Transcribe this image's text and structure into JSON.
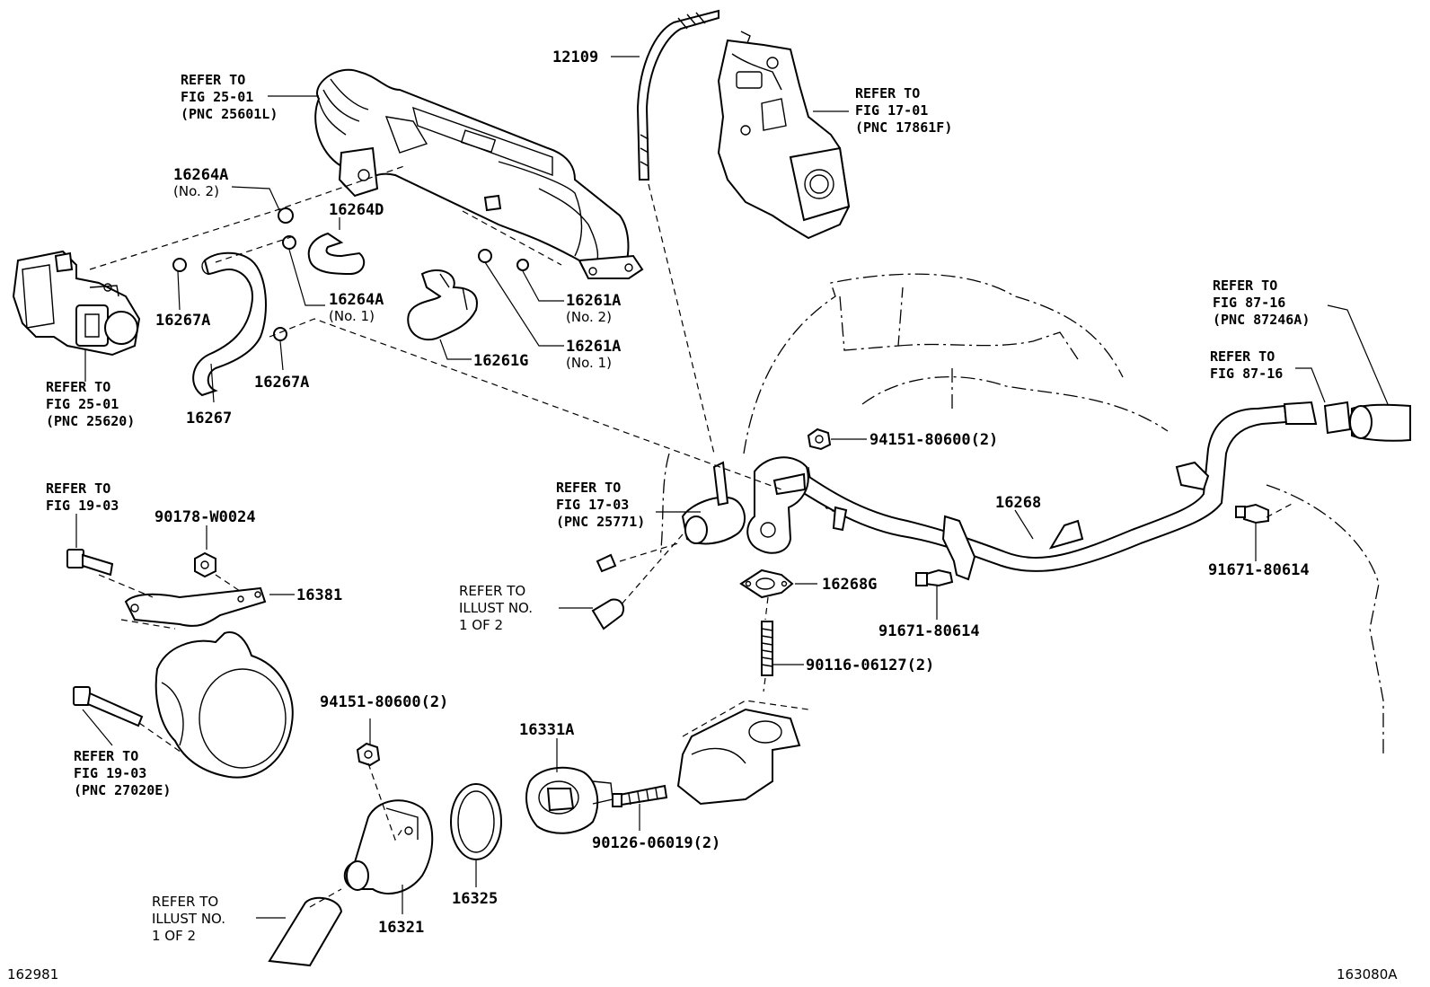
{
  "labels": {
    "p12109": "12109",
    "p16264a_no2": "16264A",
    "p16264a_no2_sub": "(No. 2)",
    "p16264d": "16264D",
    "p16264a_no1": "16264A",
    "p16264a_no1_sub": "(No. 1)",
    "p16261a_no2": "16261A",
    "p16261a_no2_sub": "(No. 2)",
    "p16261a_no1": "16261A",
    "p16261a_no1_sub": "(No. 1)",
    "p16261g": "16261G",
    "p16267a_left": "16267A",
    "p16267a_right": "16267A",
    "p16267": "16267",
    "p94151_top": "94151-80600(2)",
    "p16268": "16268",
    "p16268g": "16268G",
    "p91671_mid": "91671-80614",
    "p91671_right": "91671-80614",
    "p90116": "90116-06127(2)",
    "p90178": "90178-W0024",
    "p16381": "16381",
    "p94151_bottom": "94151-80600(2)",
    "p16331a": "16331A",
    "p90126": "90126-06019(2)",
    "p16325": "16325",
    "p16321": "16321"
  },
  "refs": {
    "r1": [
      "REFER TO",
      "FIG 25-01",
      "(PNC 25601L)"
    ],
    "r2": [
      "REFER TO",
      "FIG 17-01",
      "(PNC 17861F)"
    ],
    "r3": [
      "REFER TO",
      "FIG 25-01",
      "(PNC 25620)"
    ],
    "r4": [
      "REFER TO",
      "FIG 87-16",
      "(PNC 87246A)"
    ],
    "r5": [
      "REFER TO",
      "FIG 87-16"
    ],
    "r6": [
      "REFER TO",
      "FIG 17-03",
      "(PNC 25771)"
    ],
    "r7": [
      "REFER TO",
      "ILLUST NO.",
      "1 OF 2"
    ],
    "r8": [
      "REFER TO",
      "FIG 19-03"
    ],
    "r9": [
      "REFER TO",
      "FIG 19-03",
      "(PNC 27020E)"
    ],
    "r10": [
      "REFER TO",
      "ILLUST NO.",
      "1 OF 2"
    ]
  },
  "page": {
    "left_code": "162981",
    "right_code": "163080A"
  }
}
